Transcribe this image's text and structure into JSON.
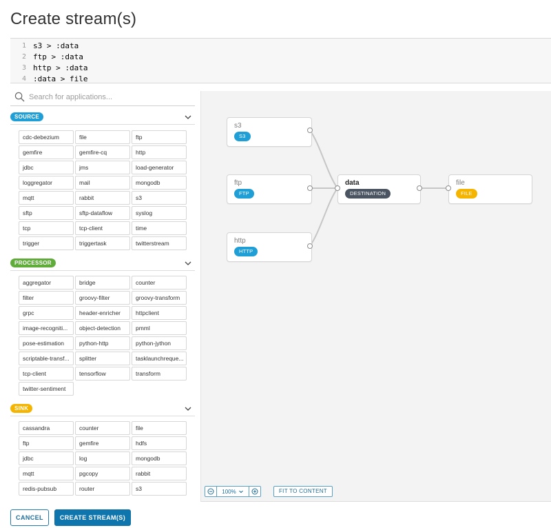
{
  "page": {
    "title": "Create stream(s)"
  },
  "editor": {
    "lines": [
      {
        "no": "1",
        "text": "s3 > :data"
      },
      {
        "no": "2",
        "text": "ftp > :data"
      },
      {
        "no": "3",
        "text": "http > :data"
      },
      {
        "no": "4",
        "text": ":data > file"
      }
    ]
  },
  "search": {
    "placeholder": "Search for applications...",
    "icon": "search-icon"
  },
  "groups": [
    {
      "label": "SOURCE",
      "color": "#1f9fd6",
      "apps": [
        "cdc-debezium",
        "file",
        "ftp",
        "gemfire",
        "gemfire-cq",
        "http",
        "jdbc",
        "jms",
        "load-generator",
        "loggregator",
        "mail",
        "mongodb",
        "mqtt",
        "rabbit",
        "s3",
        "sftp",
        "sftp-dataflow",
        "syslog",
        "tcp",
        "tcp-client",
        "time",
        "trigger",
        "triggertask",
        "twitterstream"
      ]
    },
    {
      "label": "PROCESSOR",
      "color": "#5fac3a",
      "apps": [
        "aggregator",
        "bridge",
        "counter",
        "filter",
        "groovy-filter",
        "groovy-transform",
        "grpc",
        "header-enricher",
        "httpclient",
        "image-recogniti...",
        "object-detection",
        "pmml",
        "pose-estimation",
        "python-http",
        "python-jython",
        "scriptable-transf...",
        "splitter",
        "tasklaunchreque...",
        "tcp-client",
        "tensorflow",
        "transform",
        "twitter-sentiment"
      ]
    },
    {
      "label": "SINK",
      "color": "#f4b400",
      "apps": [
        "cassandra",
        "counter",
        "file",
        "ftp",
        "gemfire",
        "hdfs",
        "jdbc",
        "log",
        "mongodb",
        "mqtt",
        "pgcopy",
        "rabbit",
        "redis-pubsub",
        "router",
        "s3"
      ]
    }
  ],
  "canvas": {
    "nodes": [
      {
        "name": "s3",
        "type": "S3",
        "color": "#1f9fd6"
      },
      {
        "name": "ftp",
        "type": "FTP",
        "color": "#1f9fd6"
      },
      {
        "name": "http",
        "type": "HTTP",
        "color": "#1f9fd6"
      },
      {
        "name": "data",
        "type": "DESTINATION",
        "color": "#4a5561"
      },
      {
        "name": "file",
        "type": "FILE",
        "color": "#f4b400"
      }
    ],
    "zoom": {
      "value": "100%",
      "minus_icon": "zoom-out-icon",
      "plus_icon": "zoom-in-icon"
    },
    "fit_label": "FIT TO CONTENT"
  },
  "footer": {
    "cancel_label": "CANCEL",
    "create_label": "CREATE STREAM(S)"
  }
}
